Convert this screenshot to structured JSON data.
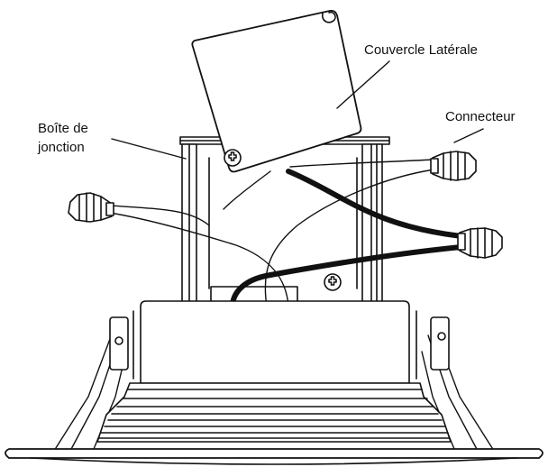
{
  "labels": {
    "cover": "Couvercle Latérale",
    "box_line1": "Boîte de",
    "box_line2": "jonction",
    "connector": "Connecteur"
  },
  "colors": {
    "ink": "#111111",
    "background": "#ffffff",
    "black_wire": "#111111",
    "white_wire": "#ffffff"
  },
  "icons": [
    "screw-icon",
    "wire-connector-icon"
  ]
}
